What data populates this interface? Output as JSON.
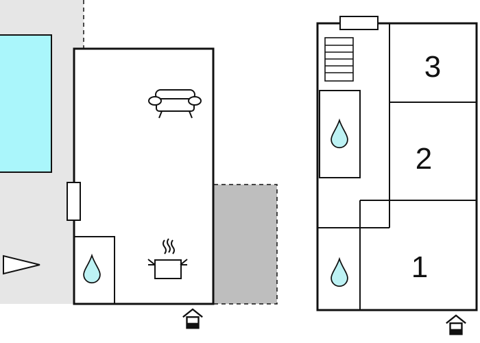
{
  "colors": {
    "terrace_fill": "#e6e6e6",
    "pool_fill": "#aaf6fb",
    "annex_fill": "#bebebe",
    "wall": "#111111",
    "drop_fill": "#bdf2f4",
    "background": "#ffffff"
  },
  "ground_floor": {
    "icons": [
      "sofa-icon",
      "kitchen-pot-icon",
      "bathroom-drop-icon",
      "entrance-icon",
      "direction-arrow-icon",
      "window-icon"
    ]
  },
  "upper_floor": {
    "bedrooms": [
      {
        "label": "3"
      },
      {
        "label": "2"
      },
      {
        "label": "1"
      }
    ],
    "icons": [
      "staircase-icon",
      "bathroom-drop-icon",
      "bathroom-drop-icon",
      "entrance-icon",
      "window-icon"
    ]
  }
}
